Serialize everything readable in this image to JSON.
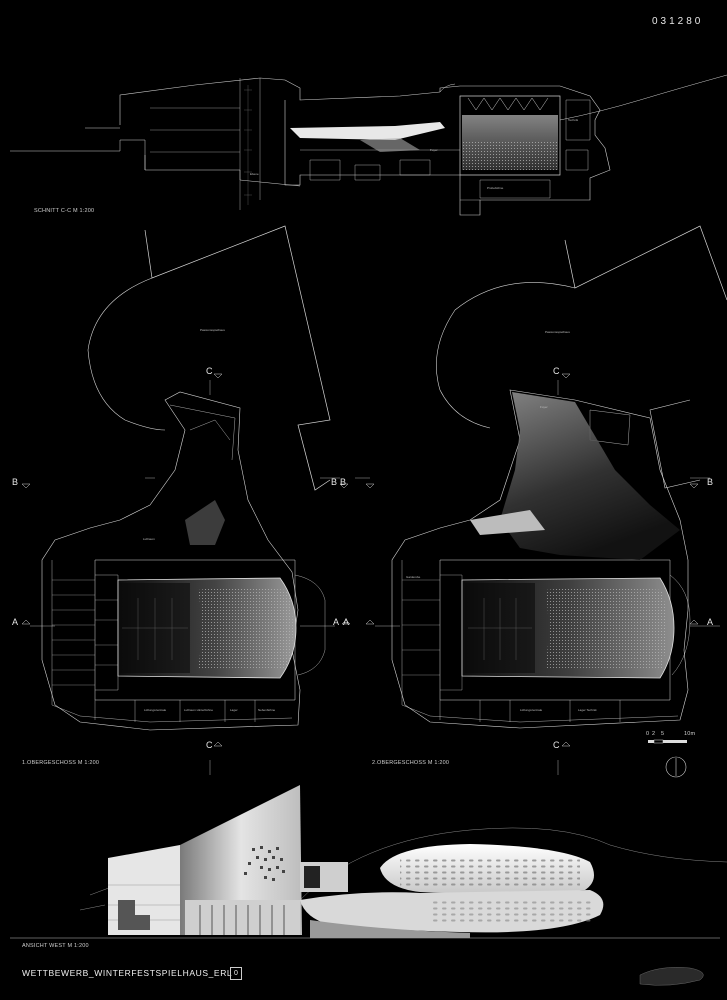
{
  "project_code": "031280",
  "section": {
    "caption": "SCHNITT C-C M 1:200",
    "room_labels": [
      "Probebühne",
      "Technik",
      "Foyer",
      "Ebene"
    ]
  },
  "plan_left": {
    "caption": "1.OBERGESCHOSS M 1:200",
    "landscape_label": "Passionsspielhaus",
    "markers": {
      "top": "C",
      "bottom": "C",
      "left_b": "B",
      "right_b": "B",
      "left_a": "A",
      "right_a": "A"
    },
    "room_labels": [
      "Luftraum",
      "Lüftungszentrale",
      "Luftraum Hinterbühne",
      "Lager",
      "Nebenbühne"
    ]
  },
  "plan_right": {
    "caption": "2.OBERGESCHOSS M 1:200",
    "landscape_label": "Passionsspielhaus",
    "markers": {
      "top": "C",
      "bottom": "C",
      "left_b": "B",
      "right_b": "B",
      "left_a": "A",
      "right_a": "A"
    },
    "room_labels": [
      "Foyer",
      "Garderobe",
      "Lüftungszentrale",
      "Lager Technik"
    ]
  },
  "scale_bar": {
    "labels": [
      "0",
      "2",
      "5",
      "10m"
    ]
  },
  "elevation": {
    "caption": "ANSICHT WEST M 1:200"
  },
  "footer": {
    "title": "WETTBEWERB_WINTERFESTSPIELHAUS_ERL",
    "page_box": "0"
  },
  "colors": {
    "background": "#000000",
    "line": "#d8d8d8",
    "building": "#e9e9e9"
  }
}
